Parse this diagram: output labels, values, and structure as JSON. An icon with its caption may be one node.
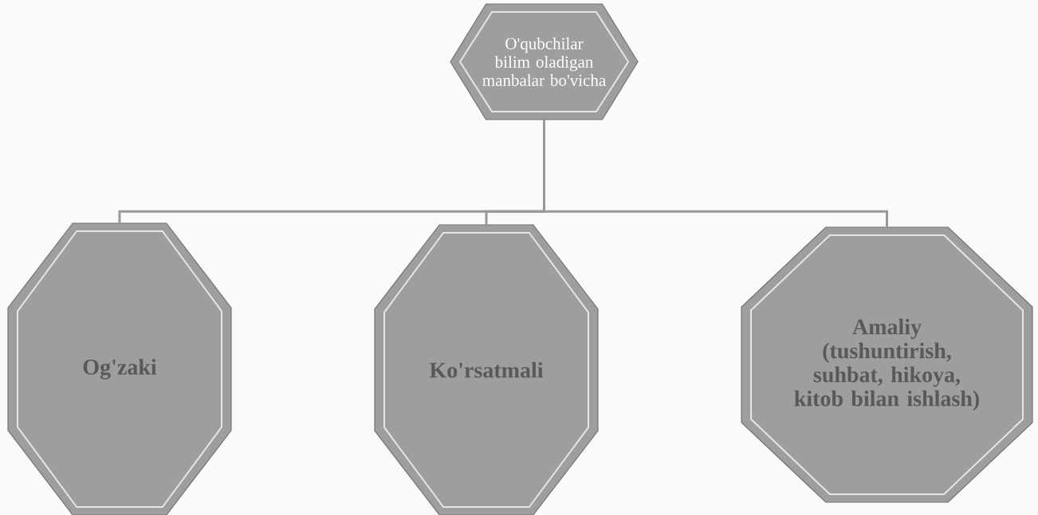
{
  "diagram": {
    "nodes": [
      {
        "text": [
          "O'qubchilar bilim oladigan manbalar bo'vicha"
        ]
      },
      {
        "text": [
          "Og'zaki"
        ]
      },
      {
        "text": [
          "Ko'rsatmali"
        ]
      },
      {
        "text": [
          "Amaliy (tushuntirish, suhbat, hikoya, kitob bilan ishlash)"
        ]
      }
    ],
    "edges": [
      {
        "from": 0,
        "to": 1,
        "arrow": "none"
      },
      {
        "from": 0,
        "to": 2,
        "arrow": "none"
      },
      {
        "from": 0,
        "to": 3,
        "arrow": "none"
      }
    ]
  }
}
